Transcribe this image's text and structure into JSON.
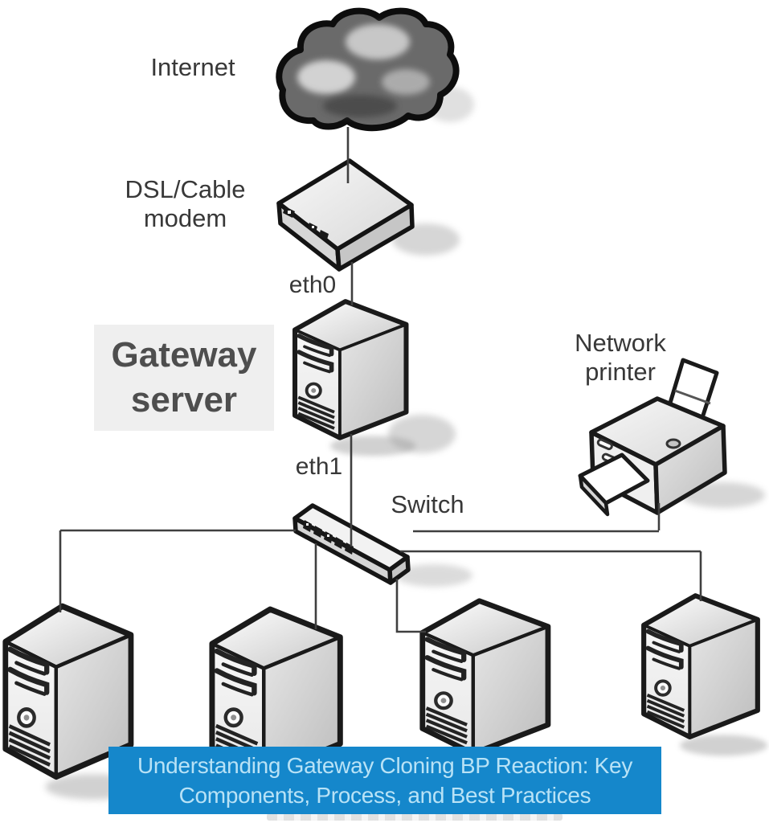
{
  "diagram": {
    "labels": {
      "internet": "Internet",
      "modem": {
        "line1": "DSL/Cable",
        "line2": "modem"
      },
      "eth0": "eth0",
      "gateway": {
        "line1": "Gateway",
        "line2": "server"
      },
      "eth1": "eth1",
      "switch": "Switch",
      "printer": {
        "line1": "Network",
        "line2": "printer"
      }
    },
    "line_color": "#3f3f3f",
    "label_color": "#383838",
    "gateway_label_bg": "#efefef",
    "device_outline": "#1a1a1a",
    "device_fill": "#e8e8e8"
  },
  "banner": {
    "line1": "Understanding Gateway Cloning BP Reaction: Key",
    "line2": "Components, Process, and Best Practices",
    "bg_color": "#1587cb",
    "text_color": "#b8e2f6"
  }
}
